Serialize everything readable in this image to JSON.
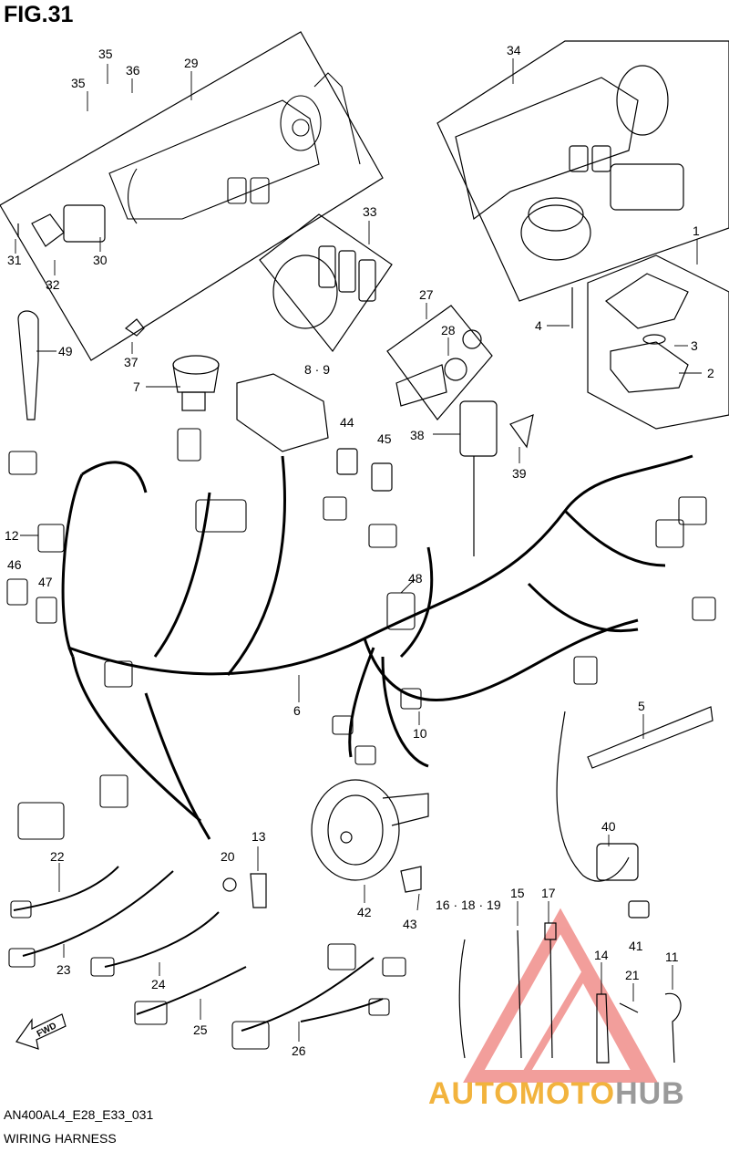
{
  "figure": {
    "title": "FIG.31",
    "code": "AN400AL4_E28_E33_031",
    "name": "WIRING HARNESS"
  },
  "direction_marker": "FWD",
  "watermark": {
    "part_a": "AUTOMOTO",
    "part_b": "HUB",
    "color_a": "#f2b33d",
    "color_b": "#9a9a9a",
    "logo_color": "#e8504a"
  },
  "parts": [
    {
      "id": "p35a",
      "label": "35"
    },
    {
      "id": "p36",
      "label": "36"
    },
    {
      "id": "p29",
      "label": "29"
    },
    {
      "id": "p35b",
      "label": "35"
    },
    {
      "id": "p34",
      "label": "34"
    },
    {
      "id": "p33",
      "label": "33"
    },
    {
      "id": "p31",
      "label": "31"
    },
    {
      "id": "p30",
      "label": "30"
    },
    {
      "id": "p32",
      "label": "32"
    },
    {
      "id": "p1",
      "label": "1"
    },
    {
      "id": "p27",
      "label": "27"
    },
    {
      "id": "p28",
      "label": "28"
    },
    {
      "id": "p4",
      "label": "4"
    },
    {
      "id": "p3",
      "label": "3"
    },
    {
      "id": "p2",
      "label": "2"
    },
    {
      "id": "p49",
      "label": "49"
    },
    {
      "id": "p37",
      "label": "37"
    },
    {
      "id": "p8-9",
      "label": "8 · 9"
    },
    {
      "id": "p7",
      "label": "7"
    },
    {
      "id": "p44",
      "label": "44"
    },
    {
      "id": "p45",
      "label": "45"
    },
    {
      "id": "p38",
      "label": "38"
    },
    {
      "id": "p39",
      "label": "39"
    },
    {
      "id": "p12",
      "label": "12"
    },
    {
      "id": "p46",
      "label": "46"
    },
    {
      "id": "p47",
      "label": "47"
    },
    {
      "id": "p48",
      "label": "48"
    },
    {
      "id": "p6",
      "label": "6"
    },
    {
      "id": "p10",
      "label": "10"
    },
    {
      "id": "p5",
      "label": "5"
    },
    {
      "id": "p13",
      "label": "13"
    },
    {
      "id": "p22",
      "label": "22"
    },
    {
      "id": "p20",
      "label": "20"
    },
    {
      "id": "p40",
      "label": "40"
    },
    {
      "id": "p42",
      "label": "42"
    },
    {
      "id": "p43",
      "label": "43"
    },
    {
      "id": "p16-18-19",
      "label": "16 · 18 · 19"
    },
    {
      "id": "p15",
      "label": "15"
    },
    {
      "id": "p17",
      "label": "17"
    },
    {
      "id": "p41",
      "label": "41"
    },
    {
      "id": "p23",
      "label": "23"
    },
    {
      "id": "p24",
      "label": "24"
    },
    {
      "id": "p14",
      "label": "14"
    },
    {
      "id": "p21",
      "label": "21"
    },
    {
      "id": "p11",
      "label": "11"
    },
    {
      "id": "p25",
      "label": "25"
    },
    {
      "id": "p26",
      "label": "26"
    }
  ]
}
